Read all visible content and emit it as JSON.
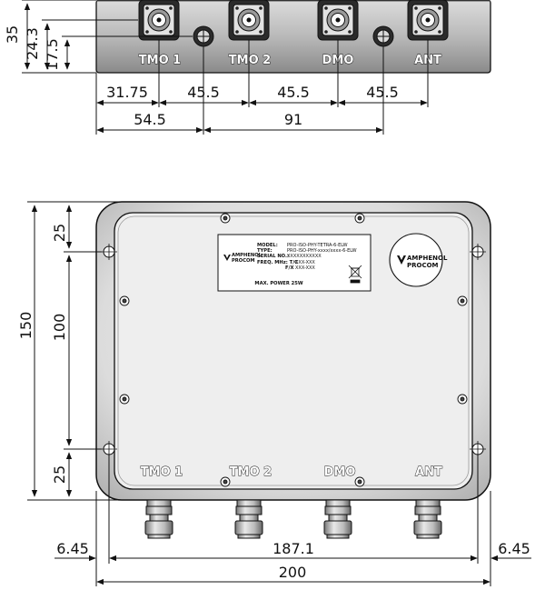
{
  "top_view": {
    "port_labels": [
      "TMO 1",
      "TMO 2",
      "DMO",
      "ANT"
    ],
    "dims_vertical": [
      "35",
      "24.3",
      "17.5"
    ],
    "dims_row1": [
      "31.75",
      "45.5",
      "45.5",
      "45.5"
    ],
    "dims_row2": [
      "54.5",
      "91"
    ]
  },
  "front_view": {
    "port_labels": [
      "TMO 1",
      "TMO 2",
      "DMO",
      "ANT"
    ],
    "dims_vertical": [
      "150",
      "100",
      "25",
      "25"
    ],
    "dims_bottom": [
      "6.45",
      "187.1",
      "6.45"
    ],
    "dim_overall_width": "200",
    "label_plate": {
      "brand_line1": "AMPHENOL",
      "brand_line2": "PROCOM",
      "rows": [
        {
          "key": "MODEL:",
          "value": "PRO-ISO-PHY-TETRA-6-ELW"
        },
        {
          "key": "TYPE:",
          "value": "PRO-ISO-PHY-xxxx/xxxx-6-ELW"
        },
        {
          "key": "SERIAL NO.:",
          "value": "XXXXXXXXXXX"
        },
        {
          "key": "FREQ. MHz: T/C",
          "value": "XXX-XXX"
        },
        {
          "key": "F/X",
          "value": "XXX-XXX"
        }
      ],
      "max_power": "MAX. POWER 25W"
    },
    "round_logo": {
      "line1": "AMPHENOL",
      "line2": "PROCOM"
    }
  }
}
